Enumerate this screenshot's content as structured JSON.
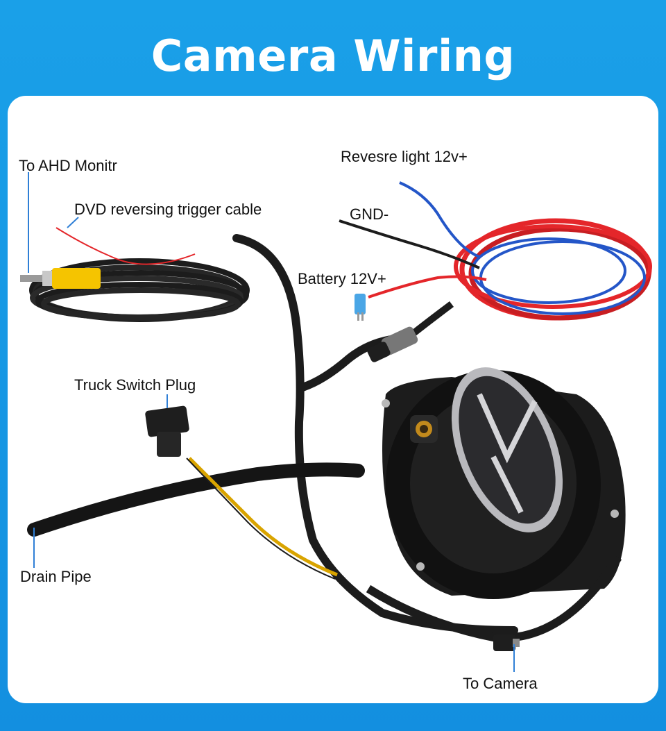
{
  "title": "Camera Wiring",
  "labels": {
    "ahd_monitor": "To AHD Monitr",
    "dvd_trigger": "DVD reversing trigger cable",
    "reverse_light": "Revesre light 12v+",
    "gnd": "GND-",
    "battery": "Battery 12V+",
    "truck_switch": "Truck Switch Plug",
    "drain_pipe": "Drain Pipe",
    "to_camera": "To Camera"
  },
  "colors": {
    "background": "#1599e4",
    "panel": "#ffffff",
    "cable_black": "#1c1c1c",
    "wire_red": "#e4262a",
    "wire_blue": "#2456c8",
    "rca_yellow": "#f5c400",
    "fuse_blue": "#4aa6e6"
  }
}
